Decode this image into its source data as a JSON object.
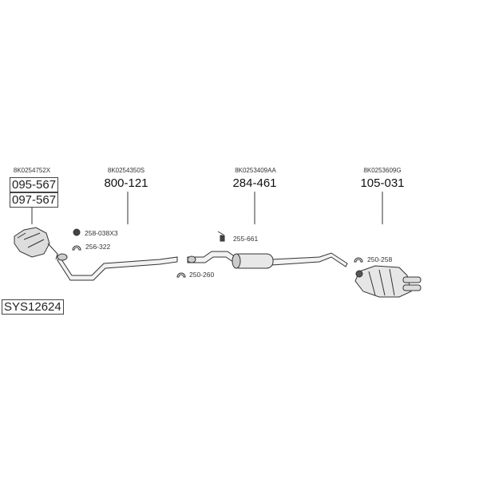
{
  "parts": [
    {
      "oem": "8K0254752X",
      "numbers": [
        "095-567",
        "097-567"
      ]
    },
    {
      "oem": "8K0254350S",
      "number": "800-121"
    },
    {
      "oem": "8K0253409AA",
      "number": "284-461"
    },
    {
      "oem": "8K0253609G",
      "number": "105-031"
    }
  ],
  "accessories": [
    "258-038X3",
    "256-322",
    "250-260",
    "255-661",
    "250-258"
  ],
  "system_id": "SYS12624"
}
